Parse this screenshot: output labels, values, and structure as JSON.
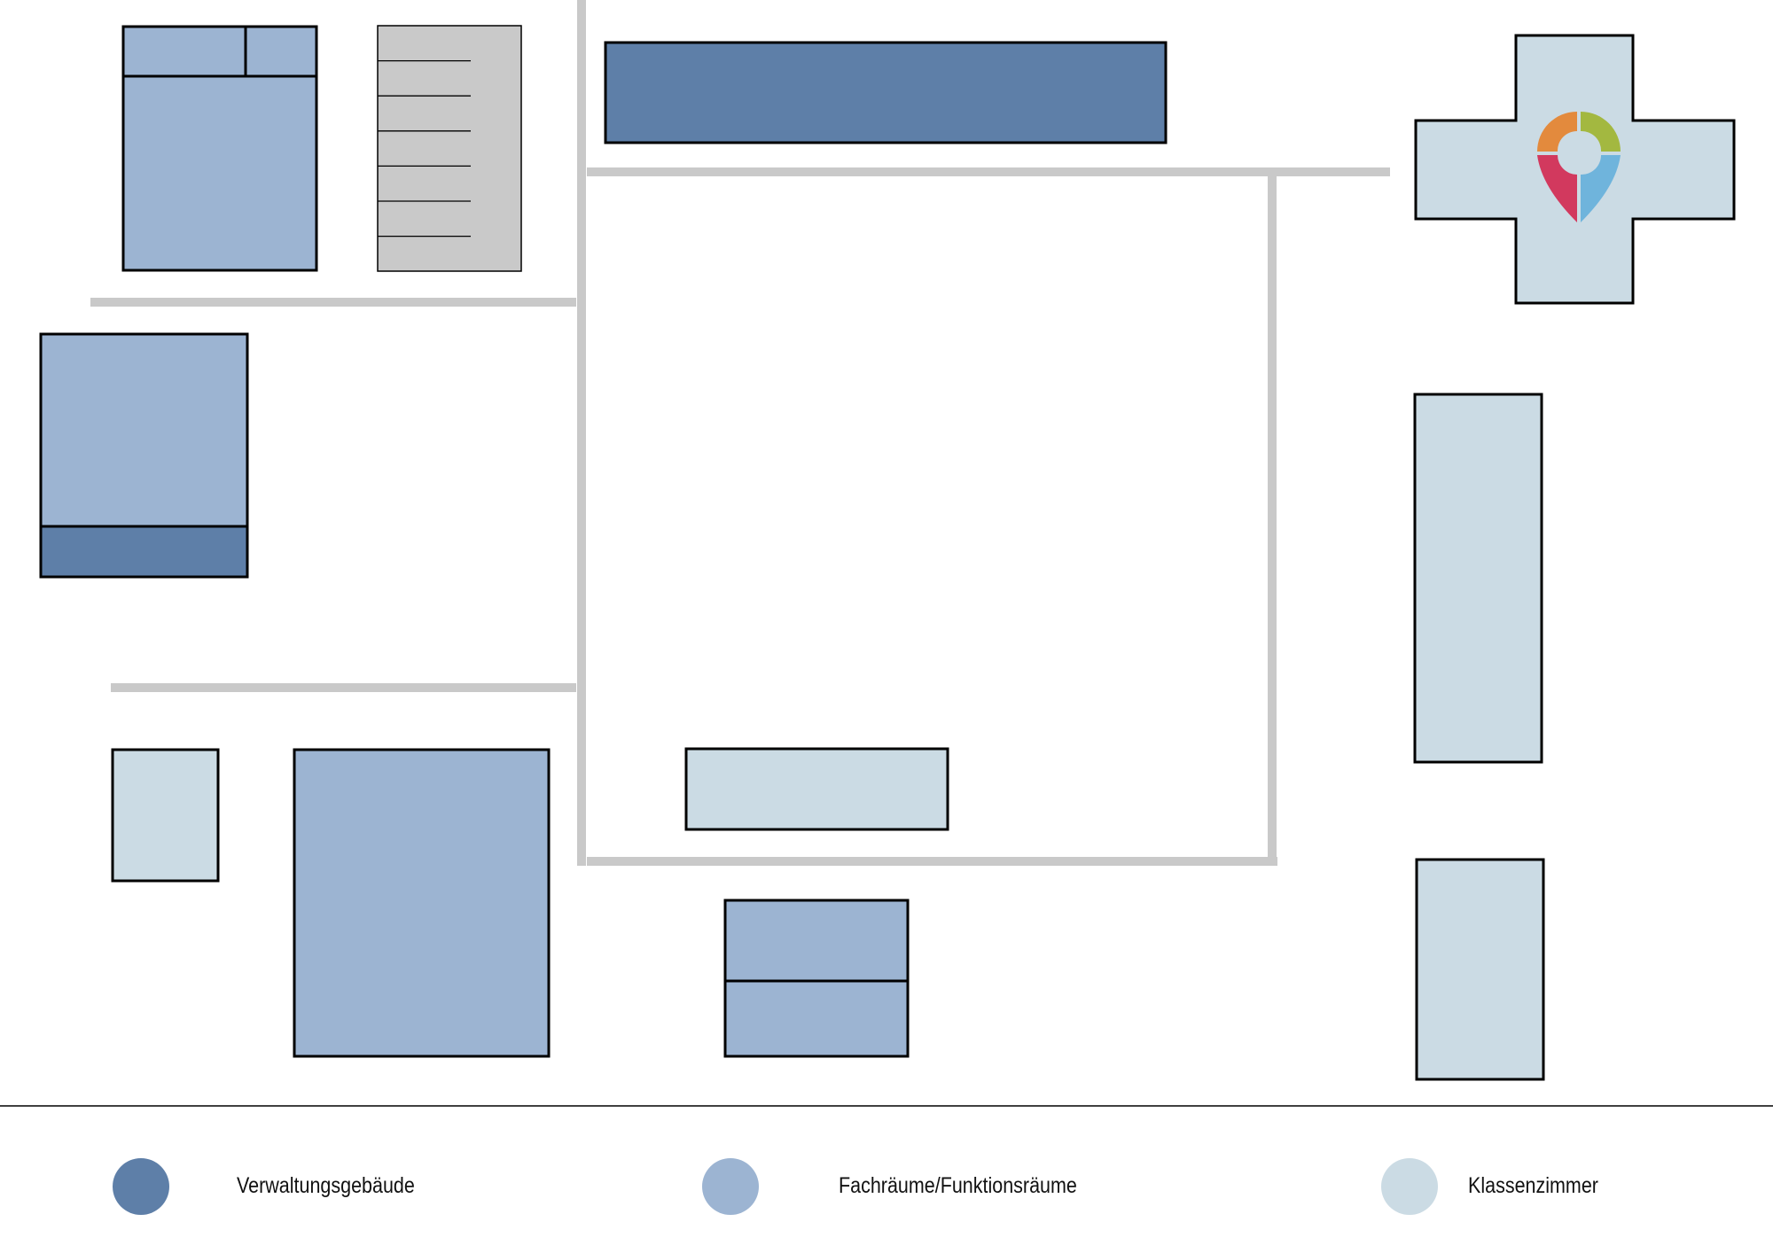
{
  "legend": {
    "items": [
      {
        "key": "verwaltung",
        "label": "Verwaltungsgebäude",
        "color": "#5e7fa8"
      },
      {
        "key": "fachraum",
        "label": "Fachräume/Funktionsräume",
        "color": "#9cb4d2"
      },
      {
        "key": "klasse",
        "label": "Klassenzimmer",
        "color": "#cbdbe4"
      }
    ]
  },
  "colors": {
    "path": "#c9c9c9",
    "outline": "#000000",
    "storage": "#c9c9c9",
    "background": "#ffffff"
  },
  "marker": {
    "icon": "location-pin-icon",
    "colors": [
      "#e38a3d",
      "#a3b840",
      "#d2395e",
      "#6fb4dc"
    ]
  }
}
